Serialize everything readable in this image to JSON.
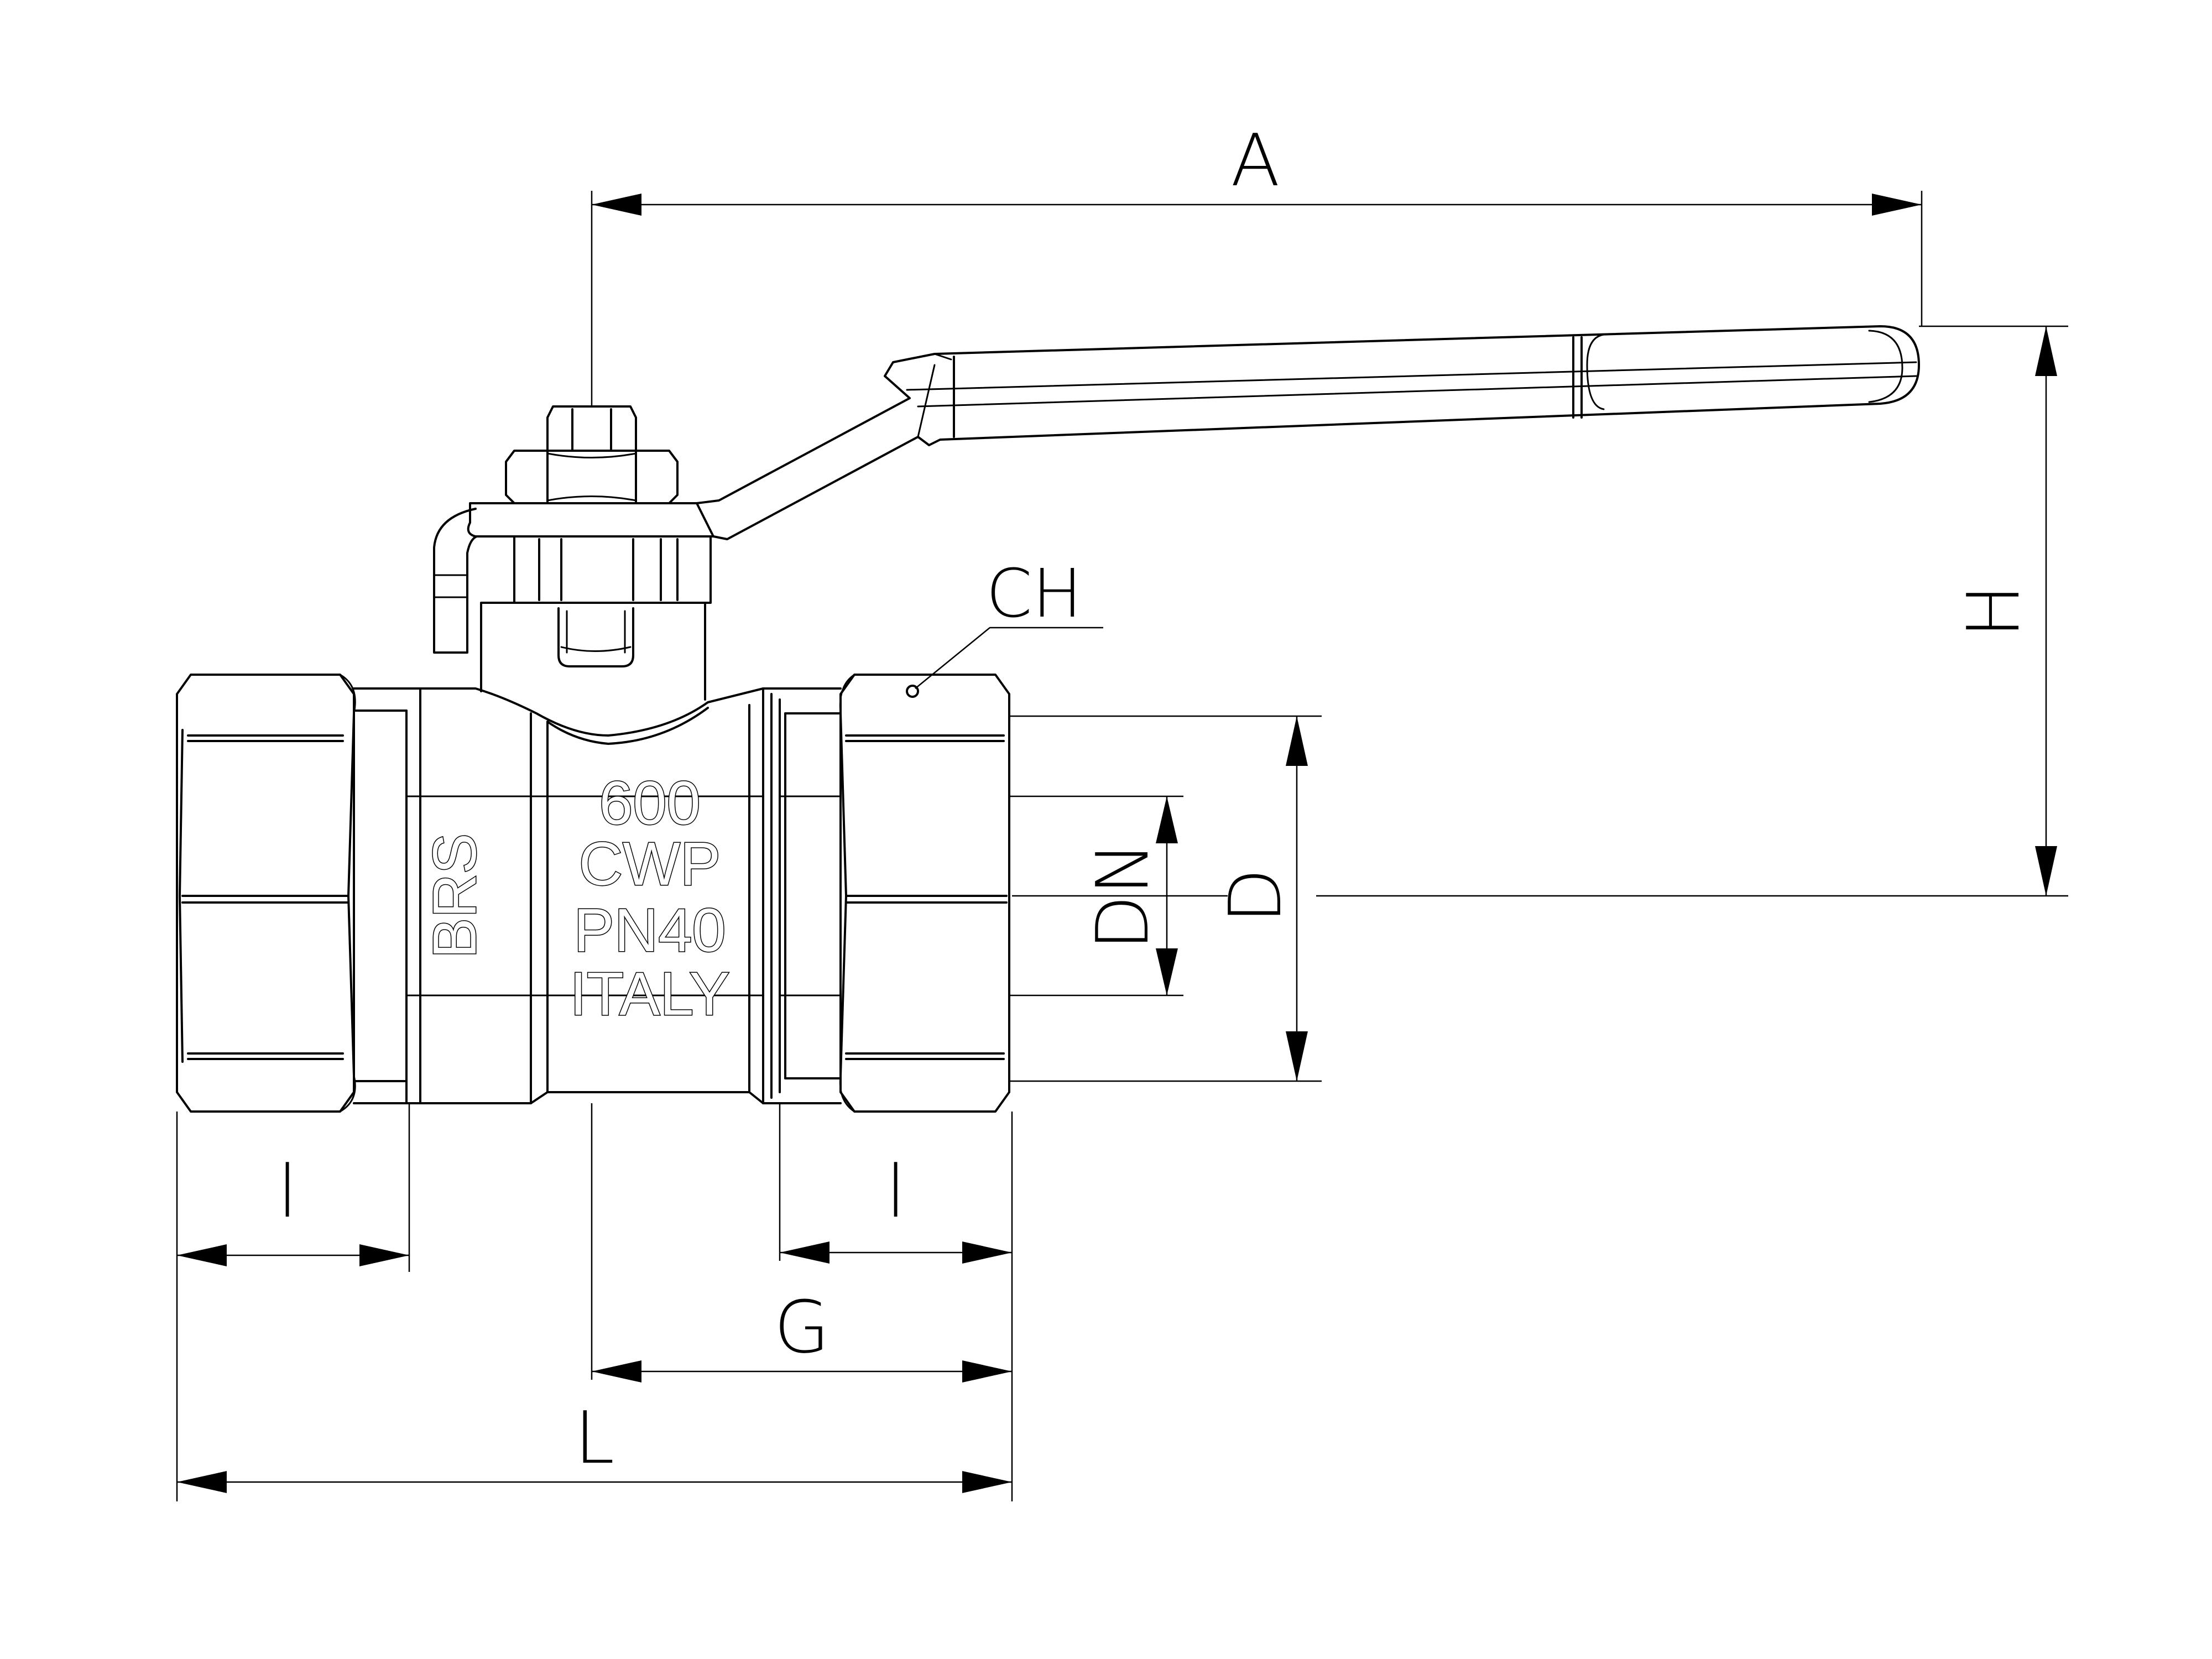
{
  "dimensions": {
    "A": "A",
    "H": "H",
    "CH": "CH",
    "DN": "DN",
    "D": "D",
    "l_left": "l",
    "l_right": "l",
    "G": "G",
    "L": "L"
  },
  "body_markings": {
    "line1": "600",
    "line2": "CWP",
    "line3": "PN40",
    "line4": "ITALY",
    "side": "BRS"
  }
}
